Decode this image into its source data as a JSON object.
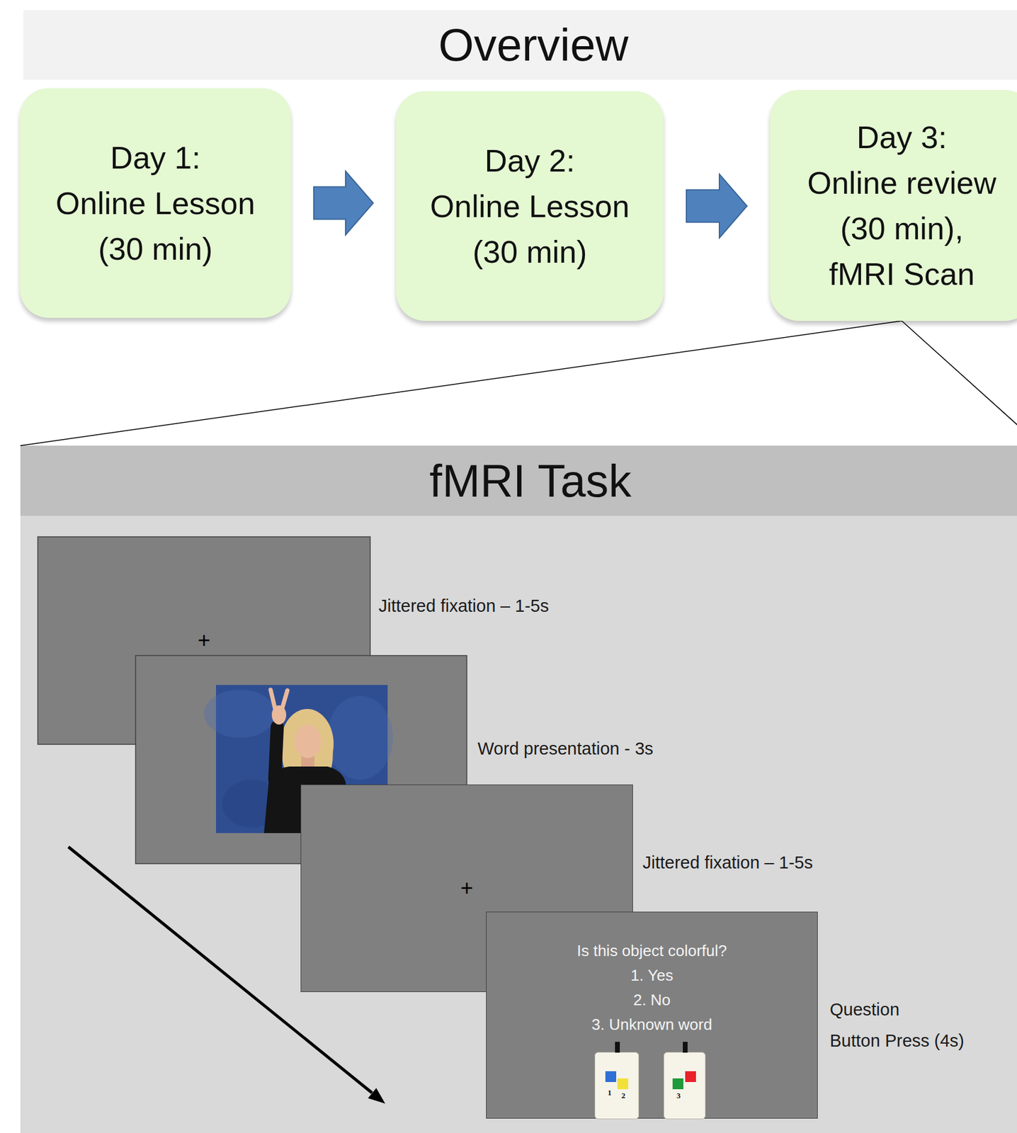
{
  "diagram": {
    "nodes": [
      {
        "text": [
          "Overview"
        ]
      },
      {
        "text": [
          "Day 1:",
          "Online Lesson (30 min)"
        ]
      },
      {
        "text": [
          "Day 2:",
          "Online Lesson (30 min)"
        ]
      },
      {
        "text": [
          "Day 3:",
          "Online review (30 min), fMRI Scan"
        ]
      },
      {
        "text": [
          "fMRI Task"
        ]
      },
      {
        "text": [
          "+"
        ],
        "in": 4
      },
      {
        "text": [
          "+"
        ],
        "in": 4
      },
      {
        "text": [
          "Is this object colorful?",
          "1. Yes",
          "2. No",
          "3. Unknown word"
        ],
        "in": 4
      },
      {
        "text": [
          "1",
          "2"
        ],
        "in": 7
      },
      {
        "text": [
          "3"
        ],
        "in": 7
      }
    ],
    "edges": [
      {
        "from": 1,
        "to": 2,
        "arrow": "to"
      },
      {
        "from": 2,
        "to": 3,
        "arrow": "to"
      },
      {
        "from": 3,
        "to": 4,
        "arrow": "none"
      }
    ],
    "labels": [
      "Jittered fixation – 1-5s",
      "Word presentation - 3s",
      "Jittered fixation – 1-5s",
      "Question",
      "Button Press (4s)"
    ]
  }
}
